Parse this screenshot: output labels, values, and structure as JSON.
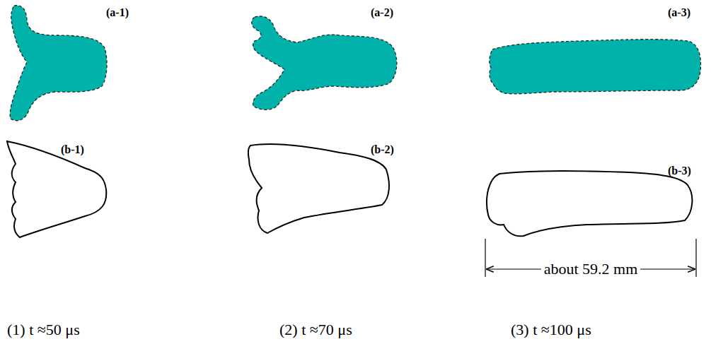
{
  "diagram": {
    "labels": [
      "(a-1)",
      "(a-2)",
      "(a-3)",
      "(b-1)",
      "(b-2)",
      "(b-3)",
      "about 59.2 mm",
      "(1) t ≈50 μs",
      "(2) t ≈70 μs",
      "(3) t ≈100 μs"
    ]
  }
}
